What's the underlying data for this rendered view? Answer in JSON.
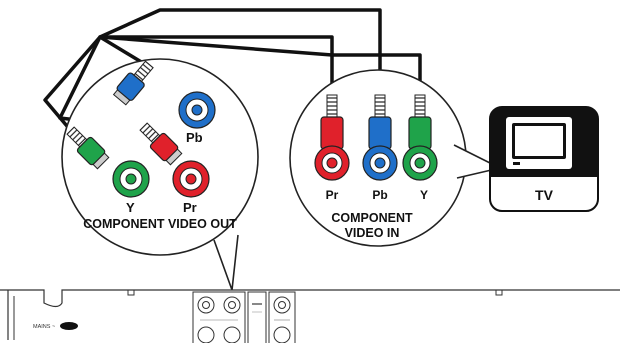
{
  "output_panel": {
    "labels": {
      "y": "Y",
      "pb": "Pb",
      "pr": "Pr"
    },
    "title": "COMPONENT VIDEO OUT"
  },
  "input_panel": {
    "labels": {
      "pr": "Pr",
      "pb": "Pb",
      "y": "Y"
    },
    "title_line1": "COMPONENT",
    "title_line2": "VIDEO IN"
  },
  "tv": {
    "label": "TV"
  },
  "device": {
    "mains_label": "MAINS ~"
  },
  "colors": {
    "green": "#1fa34a",
    "blue": "#1f6fc9",
    "red": "#e0212b",
    "cable": "#111111",
    "outline": "#222222"
  },
  "icons": [
    "tv-icon",
    "rca-plug-icon",
    "rca-jack-icon"
  ]
}
